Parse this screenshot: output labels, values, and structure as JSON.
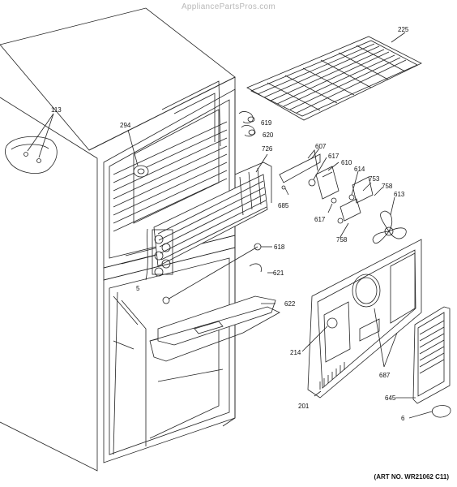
{
  "watermark": "AppliancePartsPros.com",
  "art_number": "(ART NO. WR21062 C11)",
  "callouts": {
    "c113": "113",
    "c294": "294",
    "c619": "619",
    "c620": "620",
    "c726": "726",
    "c607": "607",
    "c617a": "617",
    "c610": "610",
    "c614": "614",
    "c753": "753",
    "c758a": "758",
    "c613": "613",
    "c685": "685",
    "c617b": "617",
    "c758b": "758",
    "c225": "225",
    "c618": "618",
    "c621": "621",
    "c5": "5",
    "c622": "622",
    "c214": "214",
    "c687": "687",
    "c201": "201",
    "c645": "645",
    "c6": "6"
  }
}
